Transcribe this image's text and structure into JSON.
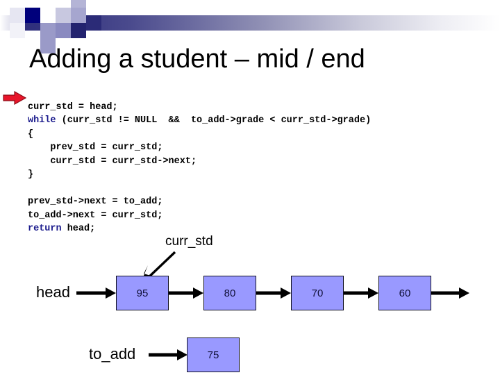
{
  "slide": {
    "title": "Adding a student – mid / end",
    "decoration": {
      "accent_dark": "#00007b",
      "accent_mid": "#9a9ac8",
      "accent_light": "#c8c8e0",
      "bar_start": "#2a2a7a",
      "bar_end": "#ffffff"
    }
  },
  "code": {
    "marker_icon": "red-right-arrow-icon",
    "keyword_color": "#1a1a8c",
    "text_color": "#000000",
    "lines": [
      {
        "indent": 0,
        "keyword": "",
        "text": "curr_std = head;"
      },
      {
        "indent": 0,
        "keyword": "while",
        "text": " (curr_std != NULL  &&  to_add->grade < curr_std->grade)"
      },
      {
        "indent": 0,
        "keyword": "",
        "text": "{"
      },
      {
        "indent": 1,
        "keyword": "",
        "text": "prev_std = curr_std;"
      },
      {
        "indent": 1,
        "keyword": "",
        "text": "curr_std = curr_std->next;"
      },
      {
        "indent": 0,
        "keyword": "",
        "text": "}"
      },
      {
        "indent": 0,
        "keyword": "",
        "text": ""
      },
      {
        "indent": 0,
        "keyword": "",
        "text": "prev_std->next = to_add;"
      },
      {
        "indent": 0,
        "keyword": "",
        "text": "to_add->next = curr_std;"
      },
      {
        "indent": 0,
        "keyword": "return",
        "text": " head;"
      }
    ]
  },
  "diagram": {
    "node_fill": "#9999ff",
    "node_border": "#101020",
    "list_label": "head",
    "new_node_label": "to_add",
    "pointer_annotation": "curr_std",
    "nodes": [
      {
        "value": "95"
      },
      {
        "value": "80"
      },
      {
        "value": "70"
      },
      {
        "value": "60"
      }
    ],
    "new_node": {
      "value": "75"
    }
  }
}
